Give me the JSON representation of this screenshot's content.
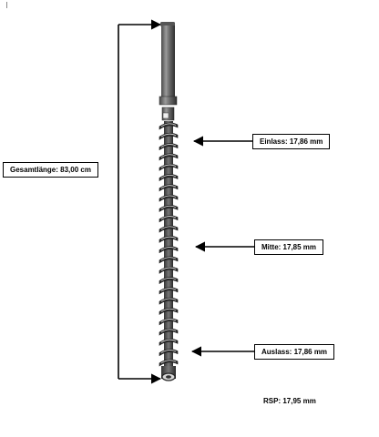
{
  "labels": {
    "total_length": "Gesamtlänge: 83,00 cm",
    "inlet": "Einlass: 17,86 mm",
    "middle": "Mitte: 17,85 mm",
    "outlet": "Auslass: 17,86 mm",
    "rsp": "RSP: 17,95 mm"
  },
  "colors": {
    "line": "#000000",
    "screw_dark": "#3a3a3a",
    "screw_mid": "#6d6d6d",
    "screw_light": "#b8b8b8"
  }
}
